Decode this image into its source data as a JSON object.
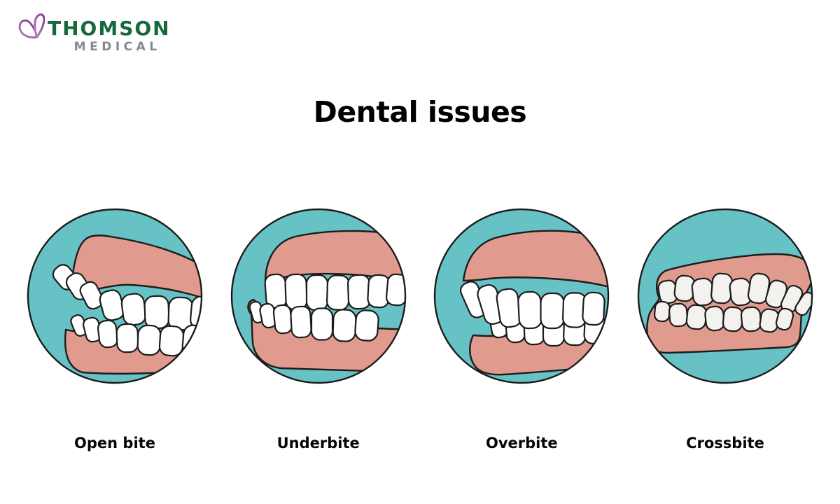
{
  "page": {
    "title": "Dental issues"
  },
  "logo": {
    "brand_top": "THOMSON",
    "brand_bottom": "MEDICAL",
    "icon": "butterfly-icon"
  },
  "figures": [
    {
      "id": "open-bite",
      "label": "Open bite"
    },
    {
      "id": "underbite",
      "label": "Underbite"
    },
    {
      "id": "overbite",
      "label": "Overbite"
    },
    {
      "id": "crossbite",
      "label": "Crossbite"
    }
  ],
  "theme": {
    "teal": "#67c2c6",
    "pink": "#e19a8e",
    "tooth": "#ffffff",
    "tooth2": "#f4f2ee",
    "outline": "#1c1c1c",
    "brand-green": "#17693c",
    "brand-gray": "#85888c",
    "purple1": "#bd7ec5",
    "purple2": "#82338c",
    "bg": "#ffffff"
  }
}
